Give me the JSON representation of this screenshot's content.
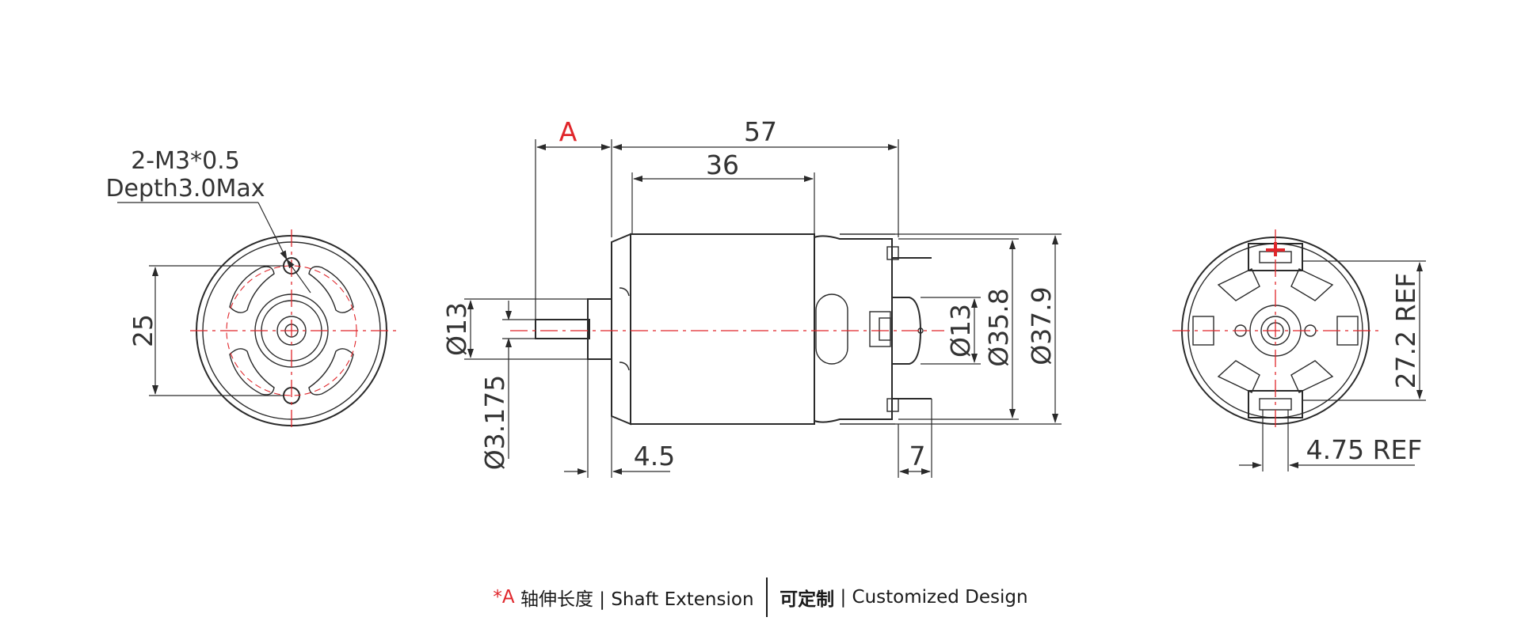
{
  "front_view": {
    "thread_note_line1": "2-M3*0.5",
    "thread_note_line2": "Depth3.0Max",
    "mounting_spacing": "25"
  },
  "side_view": {
    "shaft_extension_label": "A",
    "overall_length": "57",
    "can_length": "36",
    "bearing_boss_dia": "Ø13",
    "shaft_dia": "Ø3.175",
    "boss_length": "4.5",
    "terminal_length": "7",
    "endcap_boss_dia": "Ø13",
    "can_dia": "Ø35.8",
    "body_dia": "Ø37.9"
  },
  "rear_view": {
    "terminal_spacing": "27.2 REF",
    "terminal_width": "4.75 REF"
  },
  "caption": {
    "asterisk": "*A",
    "part1": "轴伸长度 | Shaft Extension",
    "part2_bold": "可定制",
    "part2": "| Customized Design"
  },
  "colors": {
    "centerline": "#e0262b",
    "outline": "#2a2a2a",
    "accent_text": "#e0262b"
  }
}
